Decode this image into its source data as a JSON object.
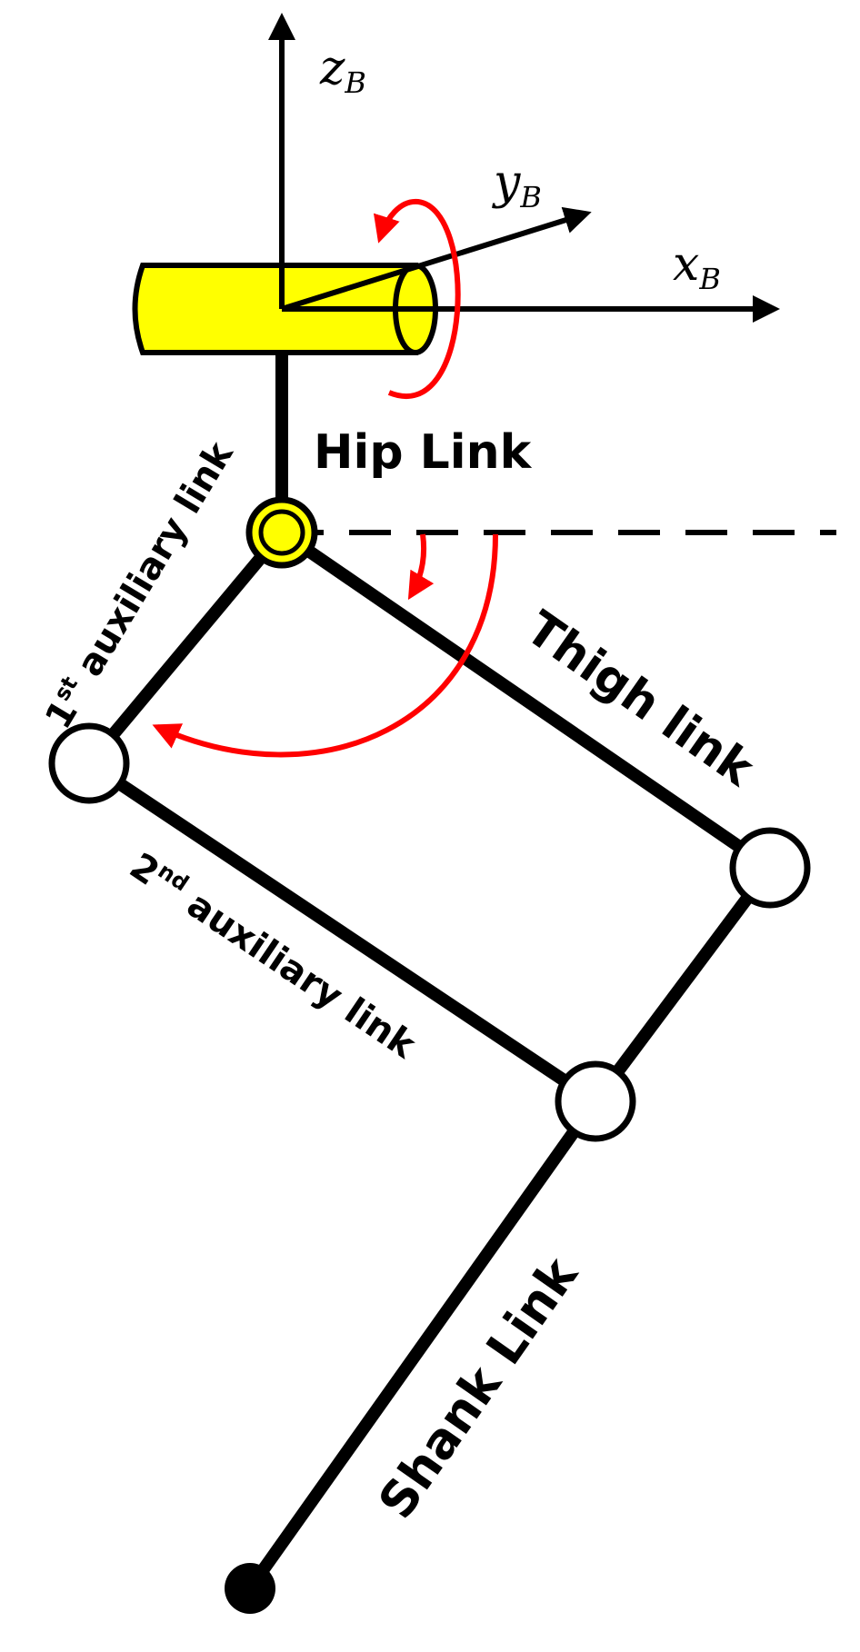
{
  "axes": {
    "z": {
      "symbol": "z",
      "subscript": "B"
    },
    "y": {
      "symbol": "y",
      "subscript": "B"
    },
    "x": {
      "symbol": "x",
      "subscript": "B"
    }
  },
  "labels": {
    "hip_link": "Hip Link",
    "thigh_link": "Thigh link",
    "shank_link": "Shank Link",
    "aux1": {
      "ordinal": "1",
      "suffix": "st",
      "text": " auxiliary link"
    },
    "aux2": {
      "ordinal": "2",
      "suffix": "nd",
      "text": " auxiliary link"
    }
  },
  "colors": {
    "link": "#000000",
    "hip_cylinder": "#ffff00",
    "rotation_arrows": "#ff0000",
    "joint_fill": "#ffffff"
  }
}
